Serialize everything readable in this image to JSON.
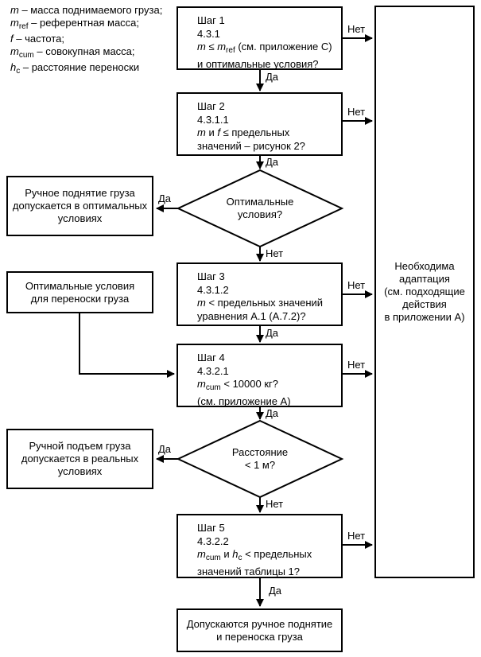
{
  "page": {
    "background": "#ffffff",
    "line_color": "#000000",
    "text_color": "#000000"
  },
  "labels": {
    "yes": "Да",
    "no": "Нет"
  },
  "legend": {
    "lines": [
      [
        {
          "t": "m",
          "i": 1
        },
        {
          "t": " – масса поднимаемого груза;"
        }
      ],
      [
        {
          "t": "m",
          "i": 1
        },
        {
          "t": "ref",
          "sub": 1
        },
        {
          "t": " – референтная масса;"
        }
      ],
      [
        {
          "t": "f",
          "i": 1
        },
        {
          "t": " – частота;"
        }
      ],
      [
        {
          "t": "m",
          "i": 1
        },
        {
          "t": "cum",
          "sub": 1
        },
        {
          "t": " – совокупная масса;"
        }
      ],
      [
        {
          "t": "h",
          "i": 1
        },
        {
          "t": "c",
          "sub": 1
        },
        {
          "t": " – расстояние переноски"
        }
      ]
    ]
  },
  "steps": [
    {
      "title": "Шаг 1",
      "clause": "4.3.1",
      "lines": [
        [
          {
            "t": "m",
            "i": 1
          },
          {
            "t": " ≤ "
          },
          {
            "t": "m",
            "i": 1
          },
          {
            "t": "ref",
            "sub": 1
          },
          {
            "t": " (см. приложение C)"
          }
        ],
        "и оптимальные условия?"
      ]
    },
    {
      "title": "Шаг 2",
      "clause": "4.3.1.1",
      "lines": [
        [
          {
            "t": "m",
            "i": 1
          },
          {
            "t": " и "
          },
          {
            "t": "f",
            "i": 1
          },
          {
            "t": " ≤  предельных"
          }
        ],
        "значений – рисунок 2?"
      ]
    },
    {
      "title": "Шаг 3",
      "clause": "4.3.1.2",
      "lines": [
        [
          {
            "t": "m",
            "i": 1
          },
          {
            "t": " < предельных значений"
          }
        ],
        "уравнения А.1 (А.7.2)?"
      ]
    },
    {
      "title": "Шаг 4",
      "clause": "4.3.2.1",
      "lines": [
        [
          {
            "t": "m",
            "i": 1
          },
          {
            "t": "cum",
            "sub": 1
          },
          {
            "t": " < 10000 кг?"
          }
        ],
        "(см. приложение А)"
      ]
    },
    {
      "title": "Шаг 5",
      "clause": "4.3.2.2",
      "lines": [
        [
          {
            "t": "m",
            "i": 1
          },
          {
            "t": "cum",
            "sub": 1
          },
          {
            "t": " и "
          },
          {
            "t": "h",
            "i": 1
          },
          {
            "t": "c",
            "sub": 1
          },
          {
            "t": " < предельных"
          }
        ],
        "значений таблицы 1?"
      ]
    }
  ],
  "decisions": [
    {
      "lines": [
        "Оптимальные",
        "условия?"
      ]
    },
    {
      "lines": [
        "Расстояние",
        "< 1 м?"
      ]
    }
  ],
  "outcomes": {
    "optimal_lifting": {
      "lines": [
        "Ручное поднятие груза",
        "допускается в оптимальных",
        "условиях"
      ]
    },
    "carry_conditions": {
      "lines": [
        "Оптимальные условия",
        "для переноски груза"
      ]
    },
    "real_lifting": {
      "lines": [
        "Ручной подъем груза",
        "допускается в реальных",
        "условиях"
      ]
    },
    "adaptation": {
      "lines": [
        "Необходима",
        "адаптация",
        "(см. подходящие",
        "действия",
        "в приложении А)"
      ]
    },
    "final": {
      "lines": [
        "Допускаются ручное поднятие",
        "и переноска груза"
      ]
    }
  }
}
